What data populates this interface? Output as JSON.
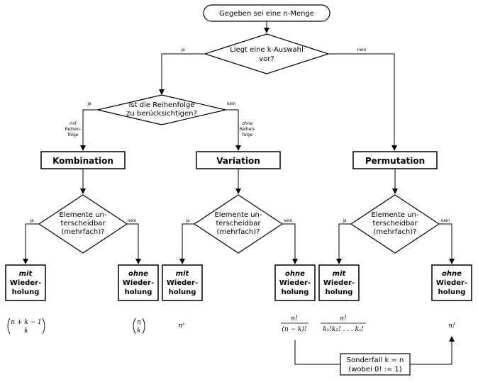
{
  "start": {
    "line1": "Gegeben sei eine n-Menge"
  },
  "decision_k": {
    "line1": "Liegt eine k-Auswahl",
    "line2": "vor?",
    "yes": "ja",
    "no": "nein"
  },
  "decision_order": {
    "line1": "Ist die Reihenfolge",
    "line2": "zu berücksichtigen?",
    "yes": "ja",
    "no": "nein"
  },
  "side_labels": {
    "with_order": [
      "mit",
      "Reihen-",
      "folge"
    ],
    "without_order": [
      "ohne",
      "Reihen-",
      "folge"
    ]
  },
  "categories": {
    "kombination": "Kombination",
    "variation": "Variation",
    "permutation": "Permutation"
  },
  "decision_distinct": {
    "line1": "Elemente un-",
    "line2": "terscheidbar",
    "line3": "(mehrfach)?",
    "yes": "ja",
    "no": "nein"
  },
  "leaves": {
    "mit": [
      "mit",
      "Wieder-",
      "holung"
    ],
    "ohne": [
      "ohne",
      "Wieder-",
      "holung"
    ]
  },
  "formulas": {
    "komb_mit_top": "n + k − 1",
    "komb_mit_bottom": "k",
    "komb_ohne_top": "n",
    "komb_ohne_bottom": "k",
    "var_mit": "nᵏ",
    "var_ohne_num": "n!",
    "var_ohne_den": "(n − k)!",
    "perm_mit_num": "n!",
    "perm_mit_den": "k₁!k₂! . . . kₛ!",
    "perm_ohne": "n!"
  },
  "special": {
    "line1": "Sonderfall k = n",
    "line2": "(wobei 0! := 1)"
  }
}
